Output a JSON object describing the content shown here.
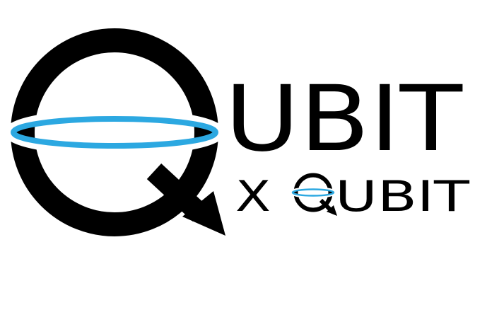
{
  "logo": {
    "word_main": "UBIT",
    "tagline_x": "X",
    "tagline_word": "UBIT",
    "colors": {
      "ink": "#000000",
      "ring": "#2ca8e1",
      "background": "#ffffff"
    }
  }
}
